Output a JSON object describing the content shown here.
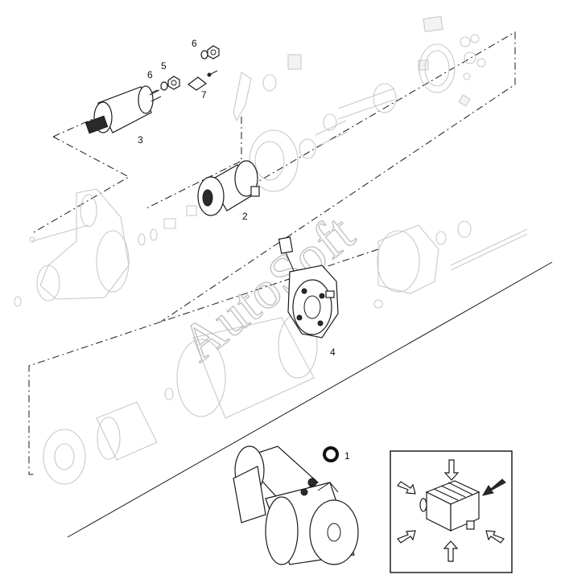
{
  "watermark": "AutoSoft",
  "callouts": [
    {
      "id": "c1",
      "label": "1"
    },
    {
      "id": "c2",
      "label": "2"
    },
    {
      "id": "c3",
      "label": "3"
    },
    {
      "id": "c4",
      "label": "4"
    },
    {
      "id": "c5",
      "label": "5"
    },
    {
      "id": "c6a",
      "label": "6"
    },
    {
      "id": "c6b",
      "label": "6"
    },
    {
      "id": "c7",
      "label": "7"
    }
  ]
}
